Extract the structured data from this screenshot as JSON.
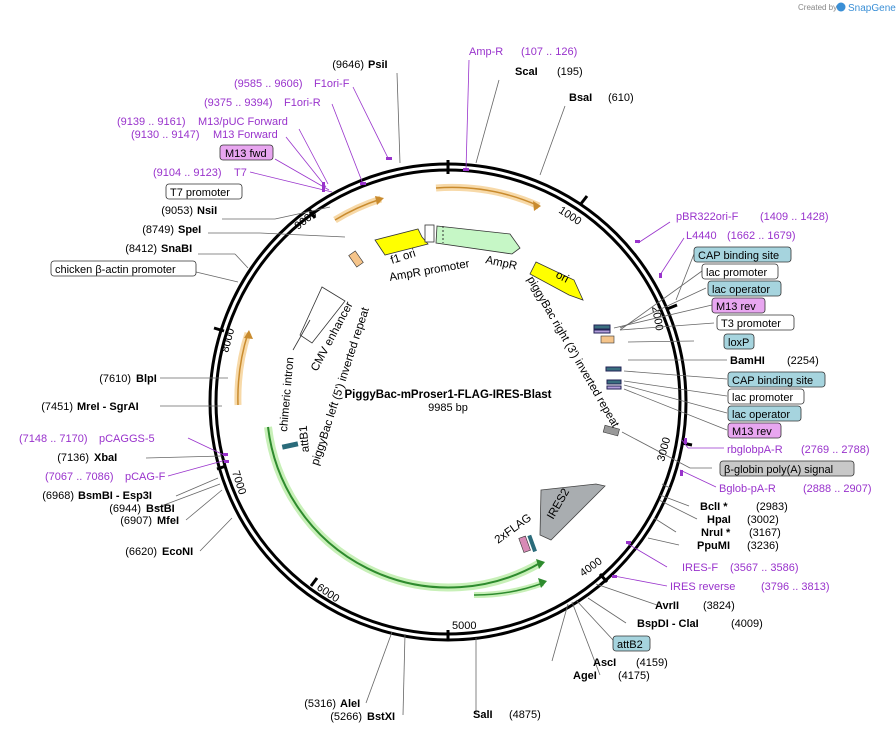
{
  "header": {
    "created_by": "Created by",
    "brand": "SnapGene"
  },
  "plasmid": {
    "name": "PiggyBac-mProser1-FLAG-IRES-Blast",
    "size": "9985 bp"
  },
  "ticks": [
    "1000",
    "2000",
    "3000",
    "4000",
    "5000",
    "6000",
    "7000",
    "8000",
    "9000"
  ],
  "enzymes": [
    {
      "pos": "(9646)",
      "name": "PsiI"
    },
    {
      "pos": "(195)",
      "name": "ScaI"
    },
    {
      "pos": "(610)",
      "name": "BsaI"
    },
    {
      "pos": "(9053)",
      "name": "NsiI"
    },
    {
      "pos": "(8749)",
      "name": "SpeI"
    },
    {
      "pos": "(8412)",
      "name": "SnaBI"
    },
    {
      "pos": "(7610)",
      "name": "BlpI"
    },
    {
      "pos": "(7451)",
      "name": "MreI - SgrAI"
    },
    {
      "pos": "(7136)",
      "name": "XbaI"
    },
    {
      "pos": "(6968)",
      "name": "BsmBI - Esp3I"
    },
    {
      "pos": "(6944)",
      "name": "BstBI"
    },
    {
      "pos": "(6907)",
      "name": "MfeI"
    },
    {
      "pos": "(6620)",
      "name": "EcoNI"
    },
    {
      "pos": "(5316)",
      "name": "AleI"
    },
    {
      "pos": "(5266)",
      "name": "BstXI"
    },
    {
      "pos": "(4875)",
      "name": "SalI"
    },
    {
      "pos": "(4159)",
      "name": "AscI"
    },
    {
      "pos": "(4175)",
      "name": "AgeI"
    },
    {
      "pos": "(4009)",
      "name": "BspDI - ClaI"
    },
    {
      "pos": "(3824)",
      "name": "AvrII"
    },
    {
      "pos": "(3236)",
      "name": "PpuMI"
    },
    {
      "pos": "(3167)",
      "name": "NruI *"
    },
    {
      "pos": "(3002)",
      "name": "HpaI"
    },
    {
      "pos": "(2983)",
      "name": "BclI *"
    },
    {
      "pos": "(2254)",
      "name": "BamHI"
    }
  ],
  "primers": [
    {
      "name": "Amp-R",
      "range": "(107 .. 126)"
    },
    {
      "name": "F1ori-F",
      "range": "(9585 .. 9606)"
    },
    {
      "name": "F1ori-R",
      "range": "(9375 .. 9394)"
    },
    {
      "name": "M13/pUC Forward",
      "range": "(9139 .. 9161)"
    },
    {
      "name": "M13 Forward",
      "range": "(9130 .. 9147)"
    },
    {
      "name": "T7",
      "range": "(9104 .. 9123)"
    },
    {
      "name": "pBR322ori-F",
      "range": "(1409 .. 1428)"
    },
    {
      "name": "L4440",
      "range": "(1662 .. 1679)"
    },
    {
      "name": "rbglobpA-R",
      "range": "(2769 .. 2788)"
    },
    {
      "name": "Bglob-pA-R",
      "range": "(2888 .. 2907)"
    },
    {
      "name": "IRES-F",
      "range": "(3567 .. 3586)"
    },
    {
      "name": "IRES reverse",
      "range": "(3796 .. 3813)"
    },
    {
      "name": "pCAGGS-5",
      "range": "(7148 .. 7170)"
    },
    {
      "name": "pCAG-F",
      "range": "(7067 .. 7086)"
    }
  ],
  "boxed_features": {
    "m13_fwd": "M13 fwd",
    "t7_promoter": "T7 promoter",
    "chicken_actin": "chicken β-actin promoter",
    "cap1": "CAP binding site",
    "lac_prom1": "lac promoter",
    "lac_op1": "lac operator",
    "m13_rev1": "M13 rev",
    "t3": "T3 promoter",
    "loxp": "loxP",
    "cap2": "CAP binding site",
    "lac_prom2": "lac promoter",
    "lac_op2": "lac operator",
    "m13_rev2": "M13 rev",
    "bglobin": "β-globin poly(A) signal",
    "attb2": "attB2"
  },
  "inner_features": {
    "f1ori": "f1 ori",
    "ampr_promoter": "AmpR promoter",
    "ampr": "AmpR",
    "ori": "ori",
    "pb_right": "piggyBac right (3') inverted repeat",
    "ires2": "IRES2",
    "flag": "2xFLAG",
    "chimeric": "chimeric intron",
    "cmv": "CMV enhancer",
    "pb_left": "piggyBac left (5') inverted repeat",
    "attb1": "attB1"
  },
  "colors": {
    "purple": "#9933cc",
    "feature_blue": "#a6d4de",
    "feature_pink": "#e8a6f0",
    "feature_gray": "#c8c8c8",
    "ampr_green": "#c6f7c6",
    "ori_yellow": "#ffff00",
    "orf_orange": "#f5a623",
    "orf_green": "#2e8b2e"
  }
}
